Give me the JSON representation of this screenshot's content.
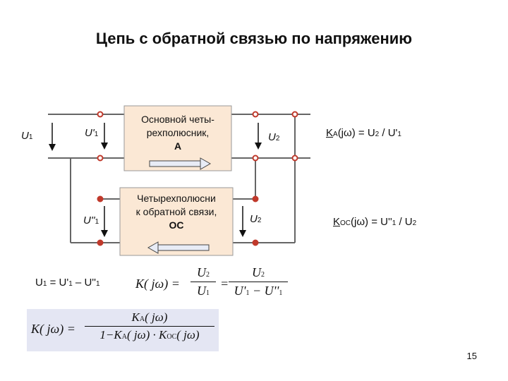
{
  "title": "Цепь с обратной связью по напряжению",
  "labels": {
    "u1": "U",
    "u1_sub": "1",
    "u1_prime": "U'",
    "u1_prime_sub": "1",
    "u1_dprime": "U''",
    "u1_dprime_sub": "1",
    "u2_top": "U",
    "u2_top_sub": "2",
    "u2_bottom": "U",
    "u2_bottom_sub": "2"
  },
  "blocks": {
    "main_line1": "Основной четы-",
    "main_line2": "рехполюсник,",
    "main_line3": "А",
    "fb_line1": "Четырехполюсни",
    "fb_line2": "к обратной связи,",
    "fb_line3": "ОС"
  },
  "formulas": {
    "ka": "K",
    "ka_sub": "A",
    "ka_rest": "(jω) = U",
    "ka_u2_sub": "2",
    "ka_div": " / U'",
    "ka_u1_sub": "1",
    "koc": "K",
    "koc_sub": "OC",
    "koc_rest": "(jω) = U''",
    "koc_u1_sub": "1",
    "koc_div": " / U",
    "koc_u2_sub": "2",
    "u_balance": "U",
    "u_balance_sub1": "1",
    "u_balance_eq": " = U'",
    "u_balance_sub2": "1",
    "u_balance_minus": " – U''",
    "u_balance_sub3": "1",
    "kjw_lhs": "K( jω) =",
    "kjw_num1": "U",
    "kjw_num1_sub": "2",
    "kjw_den1": "U",
    "kjw_den1_sub": "1",
    "kjw_eq2": "=",
    "kjw_num2": "U",
    "kjw_num2_sub": "2",
    "kjw_den2": "U'",
    "kjw_den2_sub1": "1",
    "kjw_den2_minus": " − U''",
    "kjw_den2_sub2": "1",
    "boxed_lhs": "K( jω) =",
    "boxed_num": "K",
    "boxed_num_sub": "A",
    "boxed_num_rest": "( jω)",
    "boxed_den_a": "1−K",
    "boxed_den_a_sub": "A",
    "boxed_den_b": "( jω) · K",
    "boxed_den_b_sub": "OC",
    "boxed_den_c": "( jω)"
  },
  "page_number": "15",
  "colors": {
    "wire": "#666666",
    "node": "#c0392b",
    "box_fill": "#fbe8d5",
    "arrow_fill": "#e8ecf6",
    "formula_bg": "#e4e6f3"
  }
}
